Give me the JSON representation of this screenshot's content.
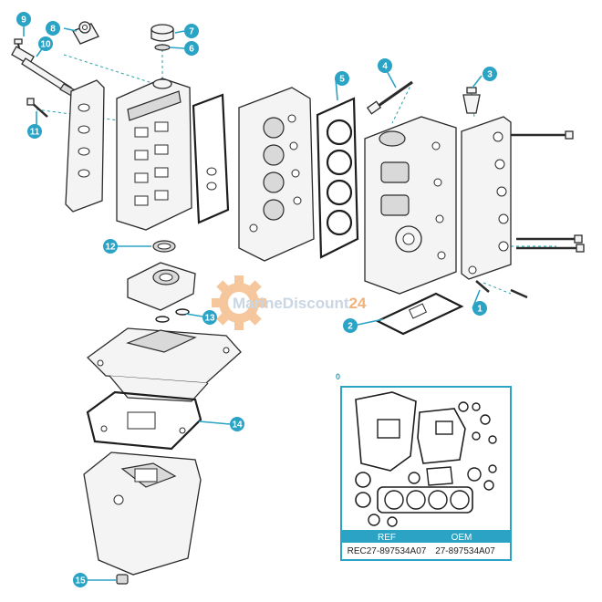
{
  "callouts": [
    "1",
    "2",
    "3",
    "4",
    "5",
    "6",
    "7",
    "8",
    "9",
    "10",
    "11",
    "12",
    "13",
    "14",
    "15"
  ],
  "watermark": {
    "brand": "MarineDiscount",
    "number": "24"
  },
  "kit": {
    "index": "0",
    "ref_header": "REF",
    "oem_header": "OEM",
    "ref_value": "REC27-897534A07",
    "oem_value": "27-897534A07"
  },
  "colors": {
    "accent": "#2aa3c4",
    "kit_bar": "#2aa3c4",
    "watermark_gear": "#f0b27a",
    "watermark_text": "#c9d6e3"
  }
}
